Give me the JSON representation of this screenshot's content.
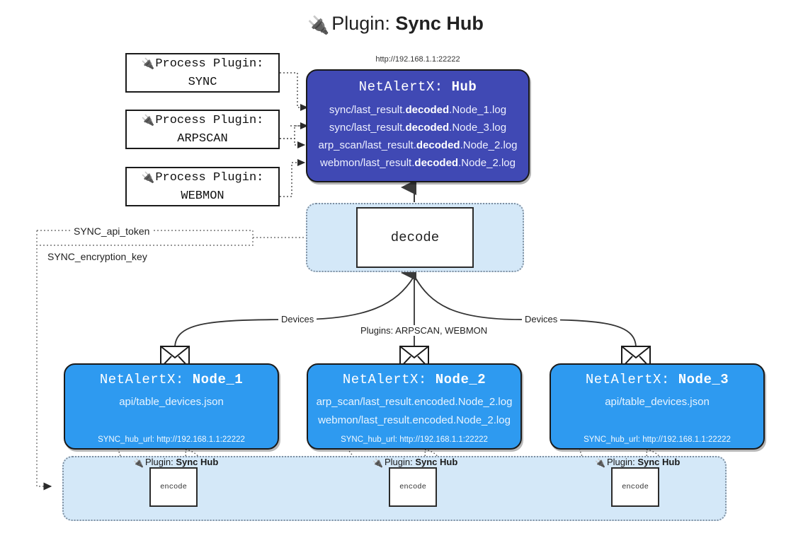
{
  "page": {
    "title_prefix": "Plugin:",
    "title_name": "Sync Hub",
    "plug_icon": "🔌"
  },
  "hub": {
    "url": "http://192.168.1.1:22222",
    "title_prefix": "NetAlertX:",
    "title_name": "Hub",
    "bg_color": "#4049b4",
    "logs": [
      {
        "pre": "sync/last_result.",
        "em": "decoded",
        "post": ".Node_1.log"
      },
      {
        "pre": "sync/last_result.",
        "em": "decoded",
        "post": ".Node_3.log"
      },
      {
        "pre": "arp_scan/last_result.",
        "em": "decoded",
        "post": ".Node_2.log"
      },
      {
        "pre": "webmon/last_result.",
        "em": "decoded",
        "post": ".Node_2.log"
      }
    ]
  },
  "process_plugins": [
    {
      "line1": "Process Plugin:",
      "line2": "SYNC"
    },
    {
      "line1": "Process Plugin:",
      "line2": "ARPSCAN"
    },
    {
      "line1": "Process Plugin:",
      "line2": "WEBMON"
    }
  ],
  "decode": {
    "label": "decode"
  },
  "settings": [
    {
      "label": "SYNC_api_token"
    },
    {
      "label": "SYNC_encryption_key"
    }
  ],
  "edge_labels": {
    "devices_left": "Devices",
    "devices_right": "Devices",
    "plugins_center": "Plugins: ARPSCAN, WEBMON"
  },
  "nodes": [
    {
      "title_prefix": "NetAlertX:",
      "title_name": "Node_1",
      "lines": [
        "api/table_devices.json"
      ],
      "footer": "SYNC_hub_url: http://192.168.1.1:22222",
      "bg_color": "#2e9af0"
    },
    {
      "title_prefix": "NetAlertX:",
      "title_name": "Node_2",
      "lines": [
        "arp_scan/last_result.encoded.Node_2.log",
        "webmon/last_result.encoded.Node_2.log"
      ],
      "footer": "SYNC_hub_url: http://192.168.1.1:22222",
      "bg_color": "#2e9af0"
    },
    {
      "title_prefix": "NetAlertX:",
      "title_name": "Node_3",
      "lines": [
        "api/table_devices.json"
      ],
      "footer": "SYNC_hub_url: http://192.168.1.1:22222",
      "bg_color": "#2e9af0"
    }
  ],
  "plugin_band": {
    "captions": [
      {
        "prefix": "Plugin:",
        "name": "Sync Hub"
      },
      {
        "prefix": "Plugin:",
        "name": "Sync Hub"
      },
      {
        "prefix": "Plugin:",
        "name": "Sync Hub"
      }
    ],
    "encode_label_0": "encode",
    "encode_label_1": "encode",
    "encode_label_2": "encode"
  }
}
